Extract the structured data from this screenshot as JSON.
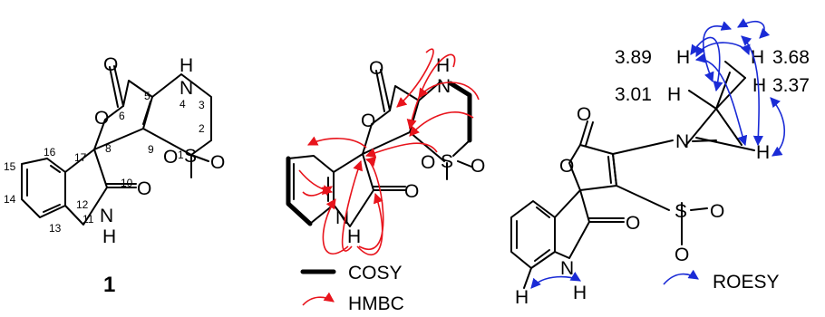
{
  "compound_number": "1",
  "atoms": {
    "O": "O",
    "N": "N",
    "H": "H",
    "S": "S"
  },
  "numbering": [
    "1",
    "2",
    "3",
    "4",
    "5",
    "6",
    "8",
    "9",
    "10",
    "11",
    "12",
    "13",
    "14",
    "15",
    "16",
    "17"
  ],
  "legend": {
    "cosy": "COSY",
    "hmbc": "HMBC",
    "roesy": "ROESY"
  },
  "shifts": {
    "h_a": "3.89",
    "h_b": "3.01",
    "h_c": "3.68",
    "h_d": "3.37"
  },
  "colors": {
    "hmbc": "#e8141c",
    "roesy": "#1a2bd6",
    "bond": "#000000"
  }
}
